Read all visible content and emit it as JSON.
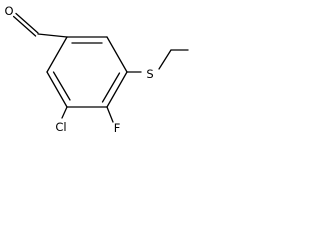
{
  "molecule": {
    "atoms": {
      "oxygen": "O",
      "sulfur": "S",
      "fluorine": "F",
      "chlorine": "Cl"
    }
  },
  "colors": {
    "bond": "#000000",
    "label": "#000000",
    "background": "#ffffff"
  }
}
